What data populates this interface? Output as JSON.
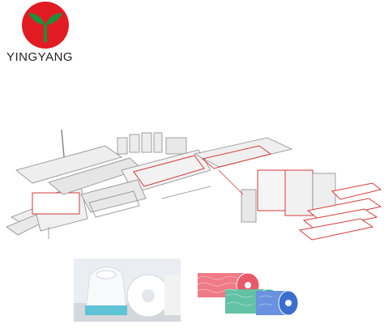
{
  "brand": {
    "name": "YINGYANG",
    "colors": {
      "red": "#e21b23",
      "green": "#1e8f3b",
      "text": "#222222"
    },
    "icon": "sprout-logo-icon"
  },
  "images": {
    "production_line": "production-line-illustration",
    "product_left": "wipes-roll-product-photo",
    "product_right": "colored-cloth-rolls-photo"
  },
  "colors": {
    "line_red": "#d63a3a",
    "line_gray": "#8a8a8a",
    "roll_red": "#e85a6a",
    "roll_green": "#3aa98a",
    "roll_blue": "#3a6fd0"
  }
}
